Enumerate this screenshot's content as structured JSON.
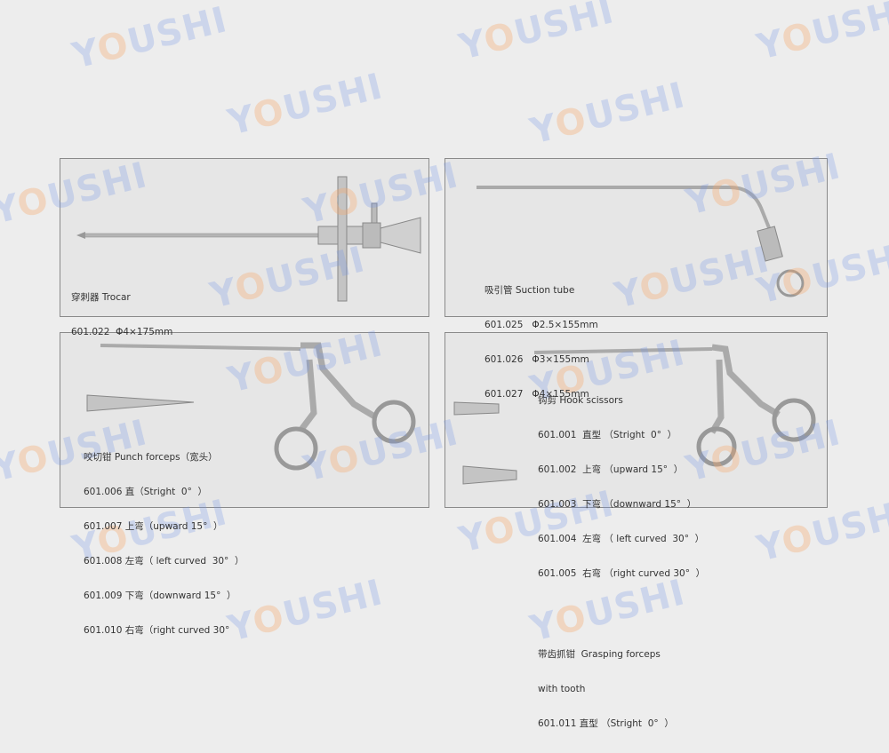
{
  "watermark": {
    "text": "YOUSHI",
    "color": "#7896e6",
    "accent": "#f5aa6e"
  },
  "panels": [
    {
      "title": "穿刺器 Trocar",
      "items": [
        "601.022  Φ4×175mm"
      ]
    },
    {
      "title": "吸引管 Suction tube",
      "items": [
        "601.025   Φ2.5×155mm",
        "601.026   Φ3×155mm",
        "601.027   Φ4×155mm"
      ]
    },
    {
      "title": "咬切钳 Punch forceps（宽头）",
      "items": [
        "601.006 直（Stright  0°  ）",
        "601.007 上弯（upward 15°  ）",
        "601.008 左弯（ left curved  30°  ）",
        "601.009 下弯（downward 15°  ）",
        "601.010 右弯（right curved 30°"
      ]
    },
    {
      "title": "钩剪 Hook scissors",
      "items": [
        "601.001  直型 （Stright  0°  ）",
        "601.002  上弯 （upward 15°  ）",
        "601.003  下弯 （downward 15°  ）",
        "601.004  左弯 （ left curved  30°  ）",
        "601.005  右弯 （right curved 30°  ）"
      ],
      "title2": "带齿抓钳  Grasping forceps",
      "title2_line2": "with tooth",
      "items2": [
        "601.011 直型 （Stright  0°  ）"
      ]
    }
  ]
}
